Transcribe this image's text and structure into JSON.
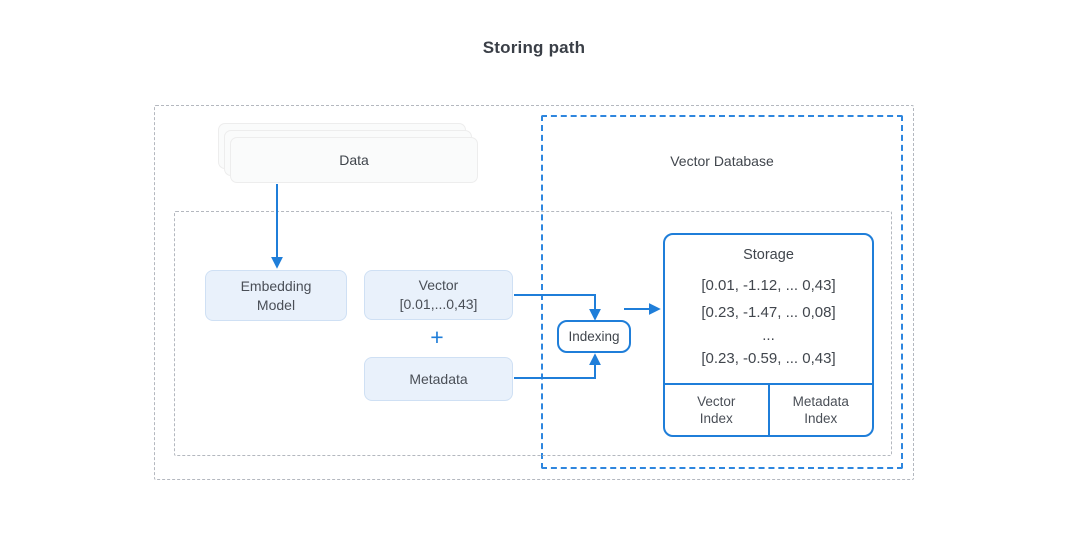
{
  "title": "Storing path",
  "colors": {
    "accent_blue": "#1f7ed9",
    "dashed_blue": "#2e86de",
    "dashed_gray": "#b4b8bf",
    "node_fill": "#e9f1fb",
    "node_border": "#cfe0f4",
    "text": "#41464d"
  },
  "data_stack": {
    "label": "Data"
  },
  "vector_database": {
    "label": "Vector Database"
  },
  "embedding_model": {
    "line1": "Embedding",
    "line2": "Model"
  },
  "vector_box": {
    "line1": "Vector",
    "line2": "[0.01,...0,43]"
  },
  "plus_sign": "+",
  "metadata_box": {
    "label": "Metadata"
  },
  "indexing_box": {
    "label": "Indexing"
  },
  "storage": {
    "title": "Storage",
    "rows": [
      "[0.01, -1.12, ... 0,43]",
      "[0.23, -1.47, ... 0,08]",
      "...",
      "[0.23, -0.59, ... 0,43]"
    ],
    "vector_index": {
      "line1": "Vector",
      "line2": "Index"
    },
    "metadata_index": {
      "line1": "Metadata",
      "line2": "Index"
    }
  }
}
